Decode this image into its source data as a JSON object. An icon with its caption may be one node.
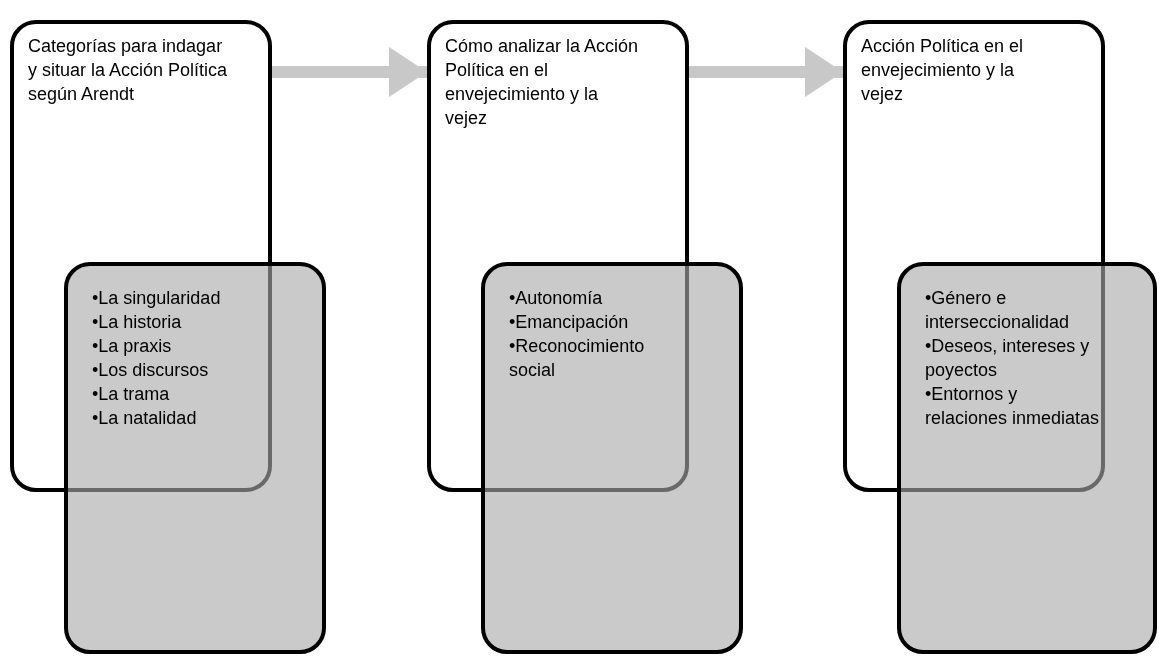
{
  "diagram": {
    "nodes": [
      {
        "text": [
          "Categorías para indagar y situar la Acción Política según Arendt"
        ]
      },
      {
        "text": [
          "•La singularidad",
          "•La historia",
          "•La praxis",
          "•Los discursos",
          "•La trama",
          "•La natalidad"
        ]
      },
      {
        "text": [
          "Cómo analizar la Acción Política en el envejecimiento y la vejez"
        ]
      },
      {
        "text": [
          "•Autonomía",
          "•Emancipación",
          "•Reconocimiento social"
        ]
      },
      {
        "text": [
          "Acción Política en el envejecimiento y la vejez"
        ]
      },
      {
        "text": [
          "•Género e interseccionalidad",
          "•Deseos, intereses y poyectos",
          "•Entornos y relaciones inmediatas"
        ]
      }
    ],
    "edges": [
      {
        "from": 0,
        "to": 2,
        "arrow": "to"
      },
      {
        "from": 2,
        "to": 4,
        "arrow": "to"
      }
    ]
  }
}
